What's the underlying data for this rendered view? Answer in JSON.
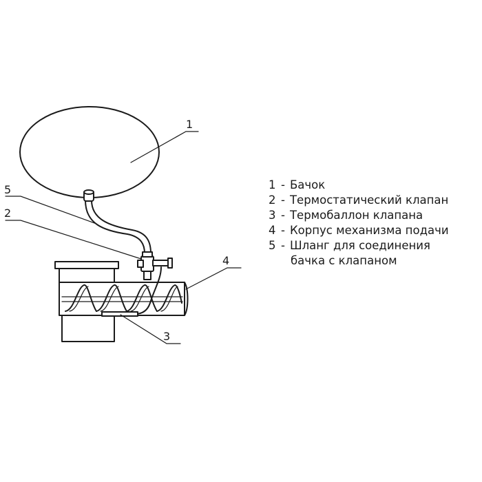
{
  "callouts": [
    "1",
    "2",
    "3",
    "4",
    "5"
  ],
  "legend": {
    "separator": "-",
    "items": [
      {
        "num": "1",
        "text": "Бачок"
      },
      {
        "num": "2",
        "text": "Термостатический клапан"
      },
      {
        "num": "3",
        "text": "Термобаллон клапана"
      },
      {
        "num": "4",
        "text": "Корпус механизма подачи"
      },
      {
        "num": "5",
        "text": "Шланг для соединения"
      }
    ],
    "continuation": "бачка с клапаном"
  }
}
